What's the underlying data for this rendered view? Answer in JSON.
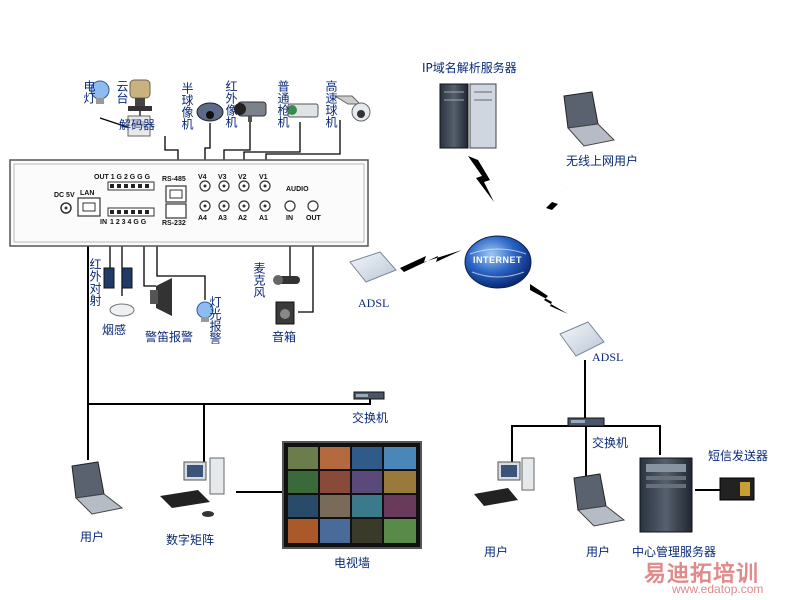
{
  "labels": {
    "dns_server": "IP域名解析服务器",
    "wireless_user": "无线上网用户",
    "internet": "INTERNET",
    "adsl_left": "ADSL",
    "adsl_right": "ADSL",
    "switch_left": "交换机",
    "switch_right": "交换机",
    "tv_wall": "电视墙",
    "digital_matrix": "数字矩阵",
    "user_left": "用户",
    "user_right_1": "用户",
    "user_right_2": "用户",
    "center_server": "中心管理服务器",
    "sms_sender": "短信发送器",
    "light": "电灯",
    "ptz": "云台",
    "decoder": "解码器",
    "dome_camera": "半球像机",
    "ir_camera": "红外像机",
    "bullet_camera": "普通枪机",
    "speed_dome": "高速球机",
    "microphone": "麦克风",
    "speaker": "音箱",
    "ir_beam": "红外对射",
    "smoke": "烟感",
    "siren": "警笛报警",
    "strobe": "灯光报警"
  },
  "dvr_panel": {
    "dc": "DC 5V",
    "lan": "LAN",
    "in": "IN",
    "out_label": "OUT 1 G 2 G G G",
    "in_label": "1 2 3 4 G G",
    "rs485": "RS-485",
    "rs232": "RS-232",
    "v4": "V4",
    "v3": "V3",
    "v2": "V2",
    "v1": "V1",
    "a4": "A4",
    "a3": "A3",
    "a2": "A2",
    "a1": "A1",
    "audio": "AUDIO",
    "audio_in": "IN",
    "audio_out": "OUT"
  },
  "watermark": {
    "brand": "易迪拓培训",
    "url": "www.edatop.com"
  },
  "colors": {
    "label_text": "#0a2a78",
    "line": "#000000",
    "panel_border": "#555555",
    "watermark": "#e08a8a"
  }
}
